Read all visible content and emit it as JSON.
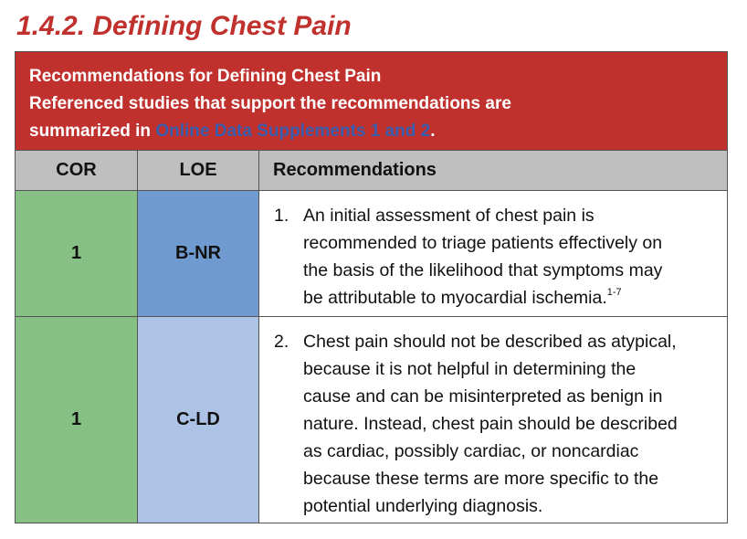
{
  "title": "1.4.2. Defining Chest Pain",
  "banner": {
    "line1": "Recommendations for Defining Chest Pain",
    "line2": "Referenced studies that support the recommendations are",
    "line3_prefix": "summarized in ",
    "line3_link": "Online Data Supplements 1 and 2",
    "line3_suffix": "."
  },
  "table": {
    "headers": {
      "cor": "COR",
      "loe": "LOE",
      "recommendations": "Recommendations"
    },
    "rows": [
      {
        "cor": "1",
        "loe": "B-NR",
        "number": "1.",
        "lines": [
          "An initial assessment of chest pain is",
          "recommended to triage patients effectively on",
          "the basis of the likelihood that symptoms may",
          "be attributable to myocardial ischemia."
        ],
        "reference": "1-7"
      },
      {
        "cor": "1",
        "loe": "C-LD",
        "number": "2.",
        "lines": [
          "Chest pain should not be described as atypical,",
          "because it is not helpful in determining the",
          "cause and can be misinterpreted as benign in",
          "nature. Instead, chest pain should be described",
          "as cardiac, possibly cardiac, or noncardiac",
          "because these terms are more specific to the",
          "potential underlying diagnosis."
        ]
      }
    ]
  },
  "colors": {
    "title": "#c0312e",
    "banner_bg": "#c0312e",
    "link": "#3a5fb0",
    "header_bg": "#bfbfbf",
    "cor_green": "#86c085",
    "loe_b_nr": "#6f9bd0",
    "loe_c_ld": "#adc3e6"
  }
}
